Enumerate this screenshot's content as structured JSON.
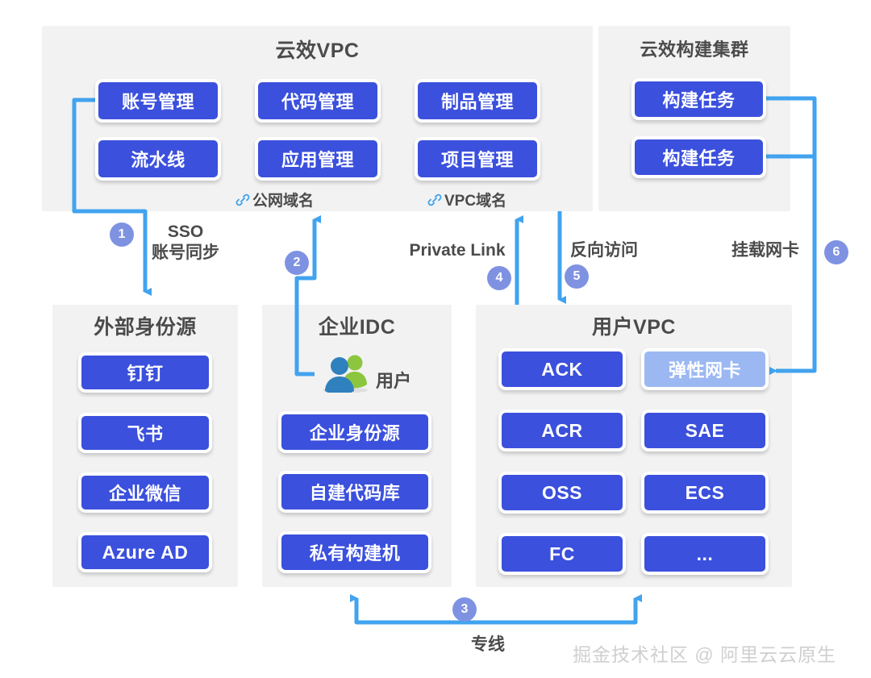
{
  "diagram": {
    "title_top_left": "云效VPC",
    "title_top_right": "云效构建集群",
    "title_bottom_left": "外部身份源",
    "title_bottom_mid": "企业IDC",
    "title_bottom_right": "用户VPC",
    "watermark": "掘金技术社区 @ 阿里云云原生"
  },
  "yunxiao_vpc": {
    "title": "云效VPC",
    "nodes": [
      "账号管理",
      "代码管理",
      "制品管理",
      "流水线",
      "应用管理",
      "项目管理"
    ],
    "domains": [
      {
        "icon": "link-icon",
        "label": "公网域名"
      },
      {
        "icon": "link-icon",
        "label": "VPC域名"
      }
    ]
  },
  "build_cluster": {
    "title": "云效构建集群",
    "nodes": [
      "构建任务",
      "构建任务"
    ]
  },
  "external_idp": {
    "title": "外部身份源",
    "nodes": [
      "钉钉",
      "飞书",
      "企业微信",
      "Azure AD"
    ]
  },
  "enterprise_idc": {
    "title": "企业IDC",
    "user_icon": "users-icon",
    "user_label": "用户",
    "nodes": [
      "企业身份源",
      "自建代码库",
      "私有构建机"
    ]
  },
  "user_vpc": {
    "title": "用户VPC",
    "nodes": [
      {
        "label": "ACK",
        "style": "primary"
      },
      {
        "label": "弹性网卡",
        "style": "light"
      },
      {
        "label": "ACR",
        "style": "primary"
      },
      {
        "label": "SAE",
        "style": "primary"
      },
      {
        "label": "OSS",
        "style": "primary"
      },
      {
        "label": "ECS",
        "style": "primary"
      },
      {
        "label": "FC",
        "style": "primary"
      },
      {
        "label": "...",
        "style": "primary"
      }
    ]
  },
  "flows": [
    {
      "number": "1",
      "label_line1": "SSO",
      "label_line2": "账号同步"
    },
    {
      "number": "2",
      "label_line1": "",
      "label_line2": ""
    },
    {
      "number": "3",
      "label_line1": "专线",
      "label_line2": ""
    },
    {
      "number": "4",
      "label_line1": "Private Link",
      "label_line2": ""
    },
    {
      "number": "5",
      "label_line1": "反向访问",
      "label_line2": ""
    },
    {
      "number": "6",
      "label_line1": "挂载网卡",
      "label_line2": ""
    }
  ],
  "colors": {
    "node_primary": "#3b50dd",
    "node_light": "#9cb8f3",
    "panel_bg": "#f2f2f2",
    "wire": "#41a3ef",
    "badge": "#7f92e2",
    "title_text": "#4b4b4b"
  }
}
